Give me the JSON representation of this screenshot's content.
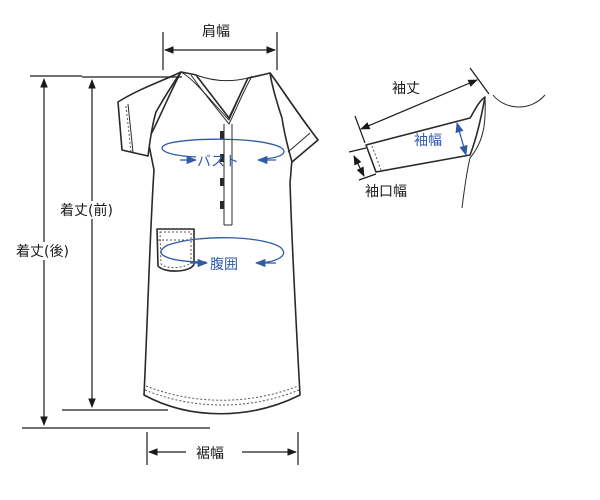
{
  "labels": {
    "shoulder_width": "肩幅",
    "length_front": "着丈(前)",
    "length_back": "着丈(後)",
    "bust": "バスト",
    "waist": "腹囲",
    "hem_width": "裾幅",
    "sleeve_length": "袖丈",
    "sleeve_width": "袖幅",
    "cuff_width": "袖口幅"
  },
  "colors": {
    "line": "#1a1a1a",
    "measure_blue": "#2f5aa8"
  }
}
